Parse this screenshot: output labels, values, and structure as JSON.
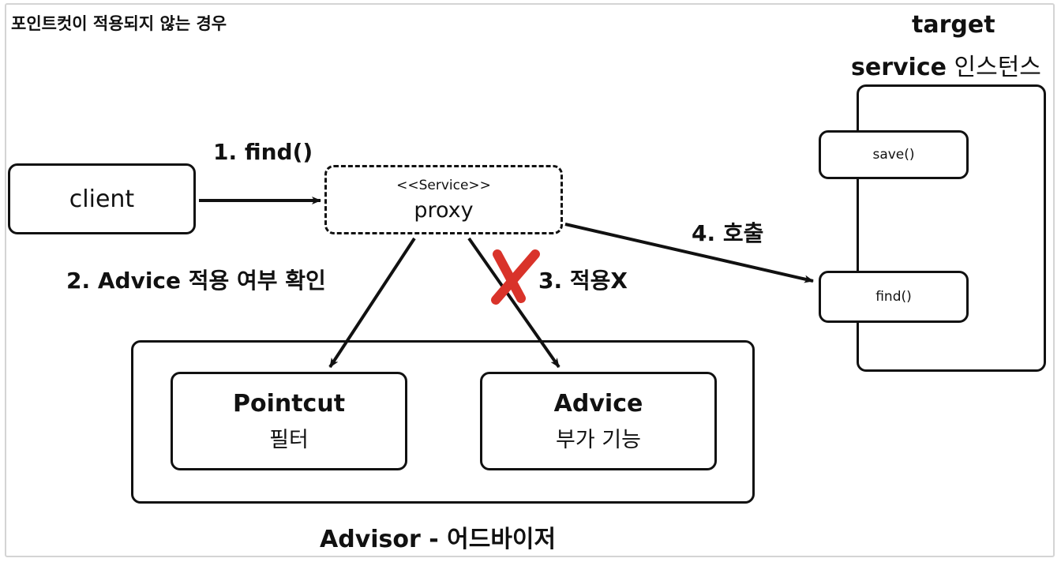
{
  "title": "포인트컷이 적용되지 않는 경우",
  "client": {
    "label": "client"
  },
  "proxy": {
    "stereotype": "<<Service>>",
    "label": "proxy"
  },
  "target": {
    "line1": "target",
    "line2_bold": "service",
    "line2_rest": " 인스턴스",
    "methods": [
      "save()",
      "find()"
    ]
  },
  "steps": {
    "s1": "1. find()",
    "s2": "2. Advice 적용 여부 확인",
    "s3": "3. 적용X",
    "s4": "4. 호출"
  },
  "advisor": {
    "caption": "Advisor - 어드바이저",
    "pointcut": {
      "title": "Pointcut",
      "subtitle": "필터"
    },
    "advice": {
      "title": "Advice",
      "subtitle": "부가 기능"
    }
  },
  "colors": {
    "stroke": "#111111",
    "cross": "#d9332a"
  }
}
